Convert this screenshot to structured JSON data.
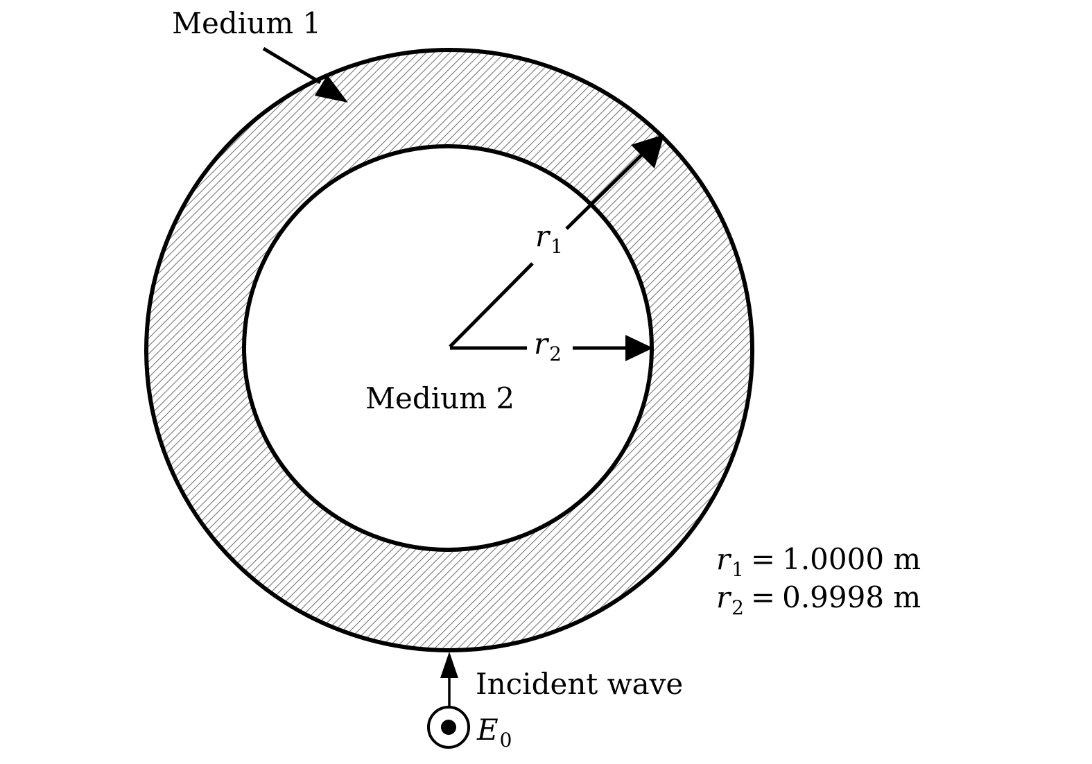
{
  "labels": {
    "medium1": "Medium 1",
    "medium2": "Medium 2",
    "r1_symbol": "r",
    "r1_sub": "1",
    "r2_symbol": "r",
    "r2_sub": "2",
    "incident_wave": "Incident wave",
    "e_symbol": "E",
    "e_sub": "0"
  },
  "parameters": {
    "r1": {
      "symbol": "r",
      "sub": "1",
      "eq": "=",
      "value": "1.0000 m"
    },
    "r2": {
      "symbol": "r",
      "sub": "2",
      "eq": "=",
      "value": "0.9998 m"
    }
  },
  "colors": {
    "stroke": "#000000",
    "hatch": "#777777",
    "background": "#ffffff"
  }
}
